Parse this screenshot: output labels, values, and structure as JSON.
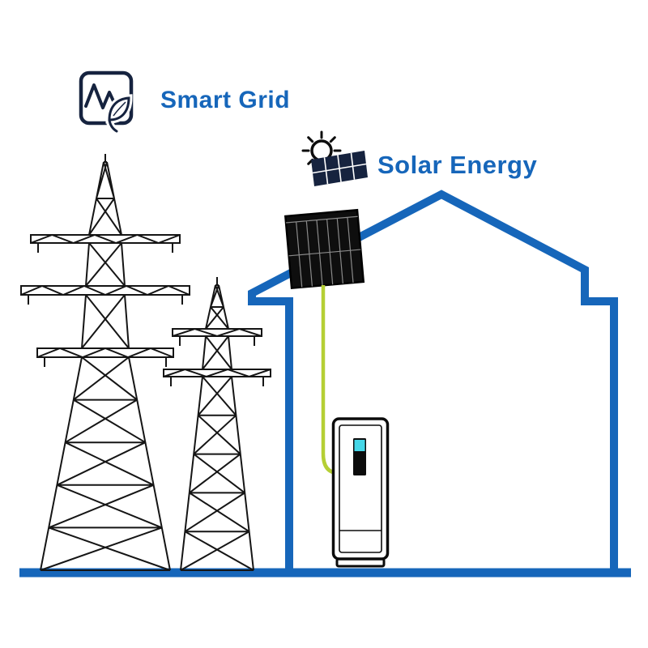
{
  "illustration": {
    "labels": {
      "smart_grid": "Smart Grid",
      "solar_energy": "Solar Energy"
    },
    "colors": {
      "brand_blue": "#1666ba",
      "icon_navy": "#16233f",
      "tower_black": "#151515",
      "panel_black": "#0e0e0e",
      "cable_green": "#b5cf34",
      "screen_cyan": "#45d7e8",
      "background": "#ffffff"
    },
    "icons": {
      "smart_grid_icon": "rounded-square-pulse-with-leaf",
      "sun_icon": "sun-with-rays",
      "solar_panel_icon": "tilted-solar-panel-grid"
    },
    "elements": [
      "transmission-tower-large",
      "transmission-tower-small",
      "house-outline",
      "roof-solar-panel",
      "power-cable",
      "inverter-unit",
      "ground-line"
    ]
  }
}
